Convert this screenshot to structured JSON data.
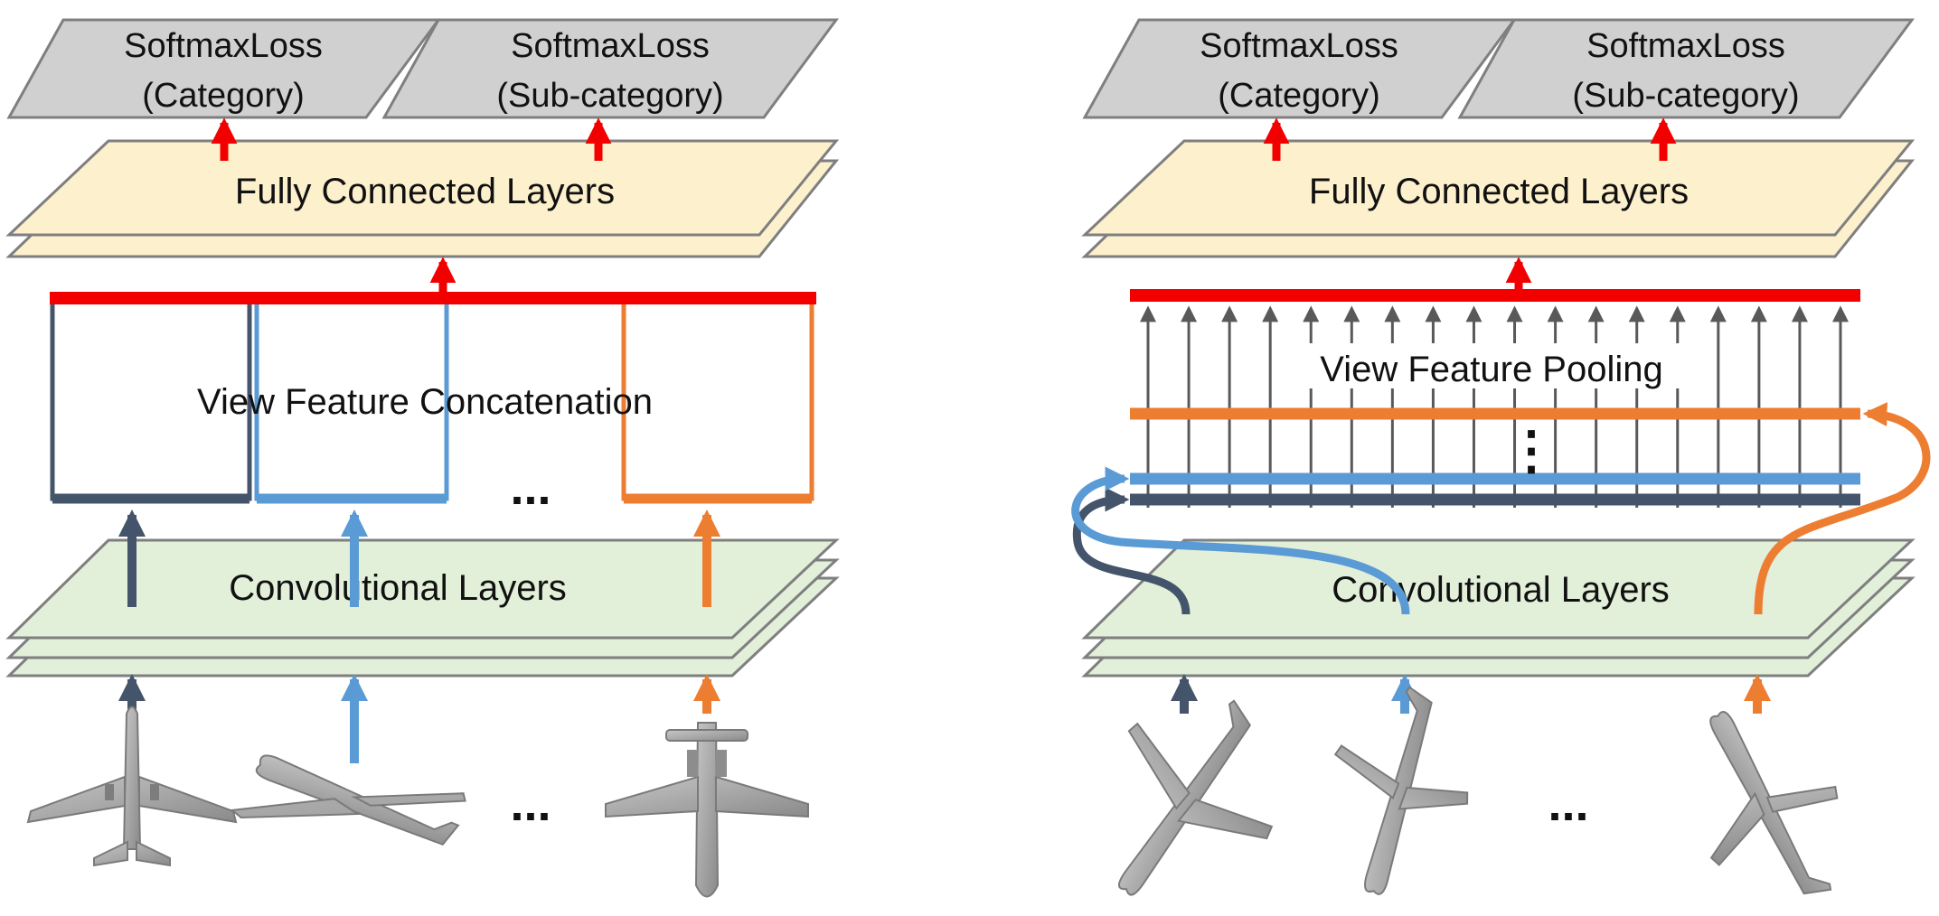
{
  "colors": {
    "red": "#f20000",
    "dark_blue": "#44546a",
    "light_blue": "#5b9bd5",
    "orange": "#ed7d31",
    "gray_arrow": "#595959",
    "loss_fill": "#d0d0d0",
    "fc_fill": "#fdf0cc",
    "conv_fill": "#e2efd9",
    "layer_stroke": "#7f7f7f"
  },
  "left": {
    "softmax_category": [
      "SoftmaxLoss",
      "(Category)"
    ],
    "softmax_subcategory": [
      "SoftmaxLoss",
      "(Sub-category)"
    ],
    "fc_label": "Fully Connected Layers",
    "fusion_label": "View Feature Concatenation",
    "conv_label": "Convolutional Layers",
    "ellipsis": "...",
    "views": [
      "airplane-view-top",
      "airplane-view-side",
      "airplane-view-bottom"
    ]
  },
  "right": {
    "softmax_category": [
      "SoftmaxLoss",
      "(Category)"
    ],
    "softmax_subcategory": [
      "SoftmaxLoss",
      "(Sub-category)"
    ],
    "fc_label": "Fully Connected Layers",
    "fusion_label": "View Feature Pooling",
    "conv_label": "Convolutional Layers",
    "ellipsis": "...",
    "vertical_ellipsis": "⋮",
    "views": [
      "airplane-view-tilted-1",
      "airplane-view-tilted-2",
      "airplane-view-tilted-3"
    ]
  }
}
